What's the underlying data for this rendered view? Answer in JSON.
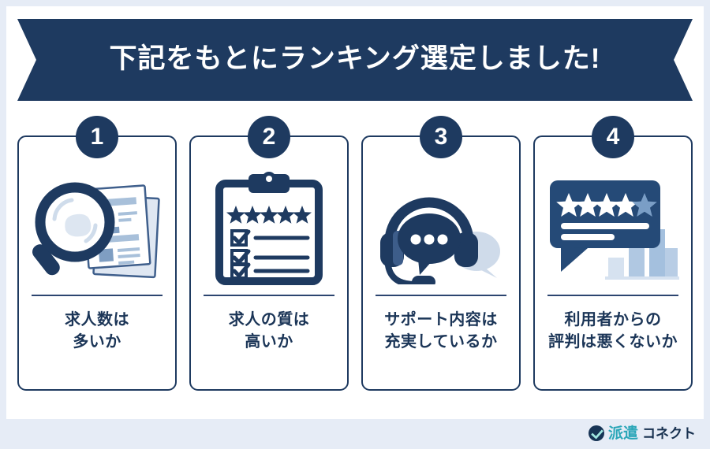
{
  "banner": {
    "title": "下記をもとにランキング選定しました!"
  },
  "colors": {
    "navy": "#1e3a60",
    "navy_text": "#1b3557",
    "page_background": "#e6ecf6",
    "canvas": "#ffffff",
    "light_blue": "#aac4e0",
    "pale_blue": "#d6e0ee",
    "logo_teal": "#2aa6b8"
  },
  "cards": [
    {
      "number": "1",
      "icon": "magnifier-documents-icon",
      "label_line1": "求人数は",
      "label_line2": "多いか"
    },
    {
      "number": "2",
      "icon": "clipboard-checklist-stars-icon",
      "label_line1": "求人の質は",
      "label_line2": "高いか"
    },
    {
      "number": "3",
      "icon": "headset-chat-bubble-icon",
      "label_line1": "サポート内容は",
      "label_line2": "充実しているか"
    },
    {
      "number": "4",
      "icon": "review-bubble-stars-barchart-icon",
      "label_line1": "利用者からの",
      "label_line2": "評判は悪くないか"
    }
  ],
  "logo": {
    "mark": "check-circle-icon",
    "text_primary": "派遣",
    "text_secondary": "コネクト"
  }
}
